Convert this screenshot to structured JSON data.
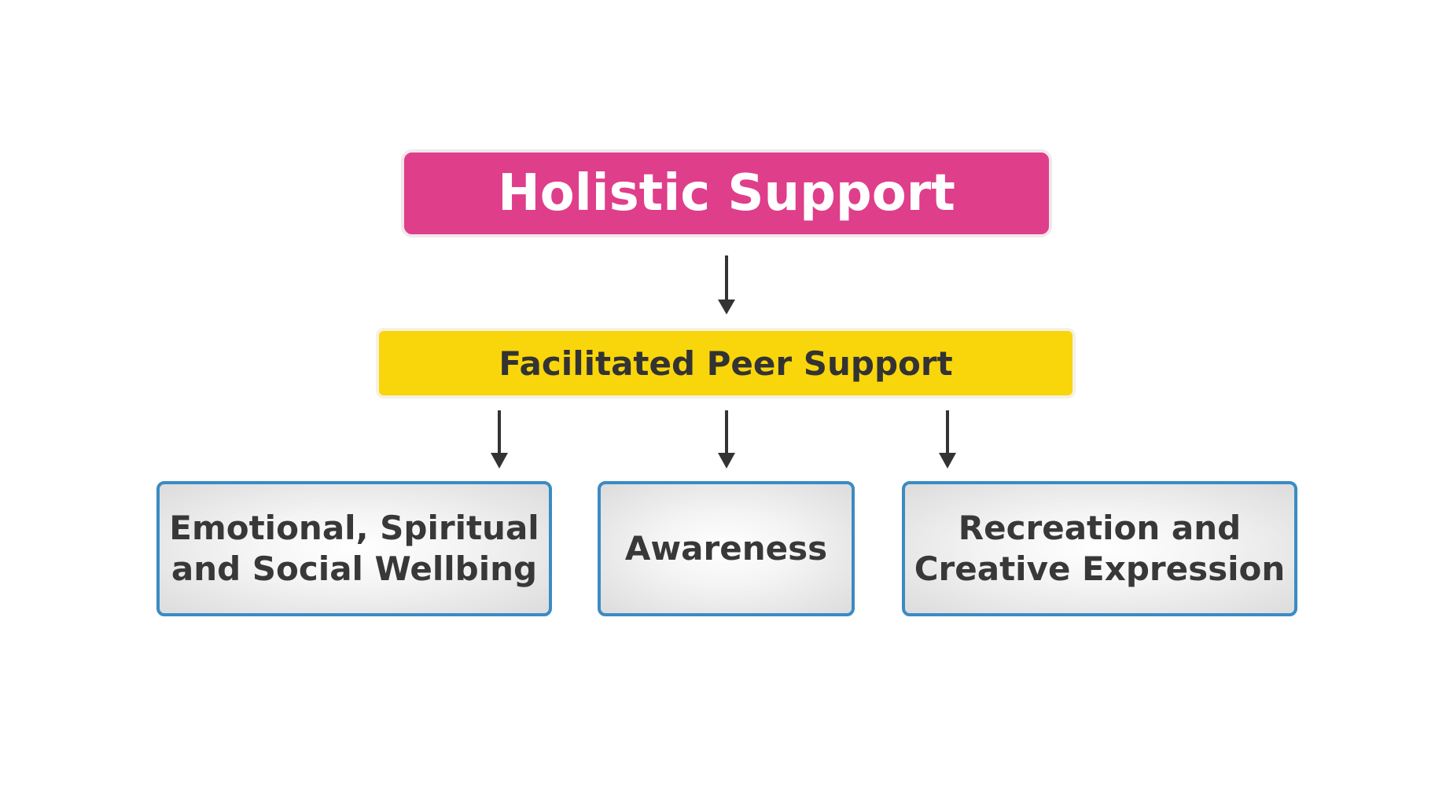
{
  "diagram": {
    "root": {
      "label": "Holistic Support",
      "color": "#df3e8a"
    },
    "middle": {
      "label": "Facilitated Peer Support",
      "color": "#f9d60c"
    },
    "leaves": [
      {
        "label": "Emotional, Spiritual\nand Social Wellbing"
      },
      {
        "label": "Awareness"
      },
      {
        "label": "Recreation and\nCreative Expression"
      }
    ],
    "leaf_border_color": "#3b8bc3",
    "arrow_color": "#333333"
  }
}
